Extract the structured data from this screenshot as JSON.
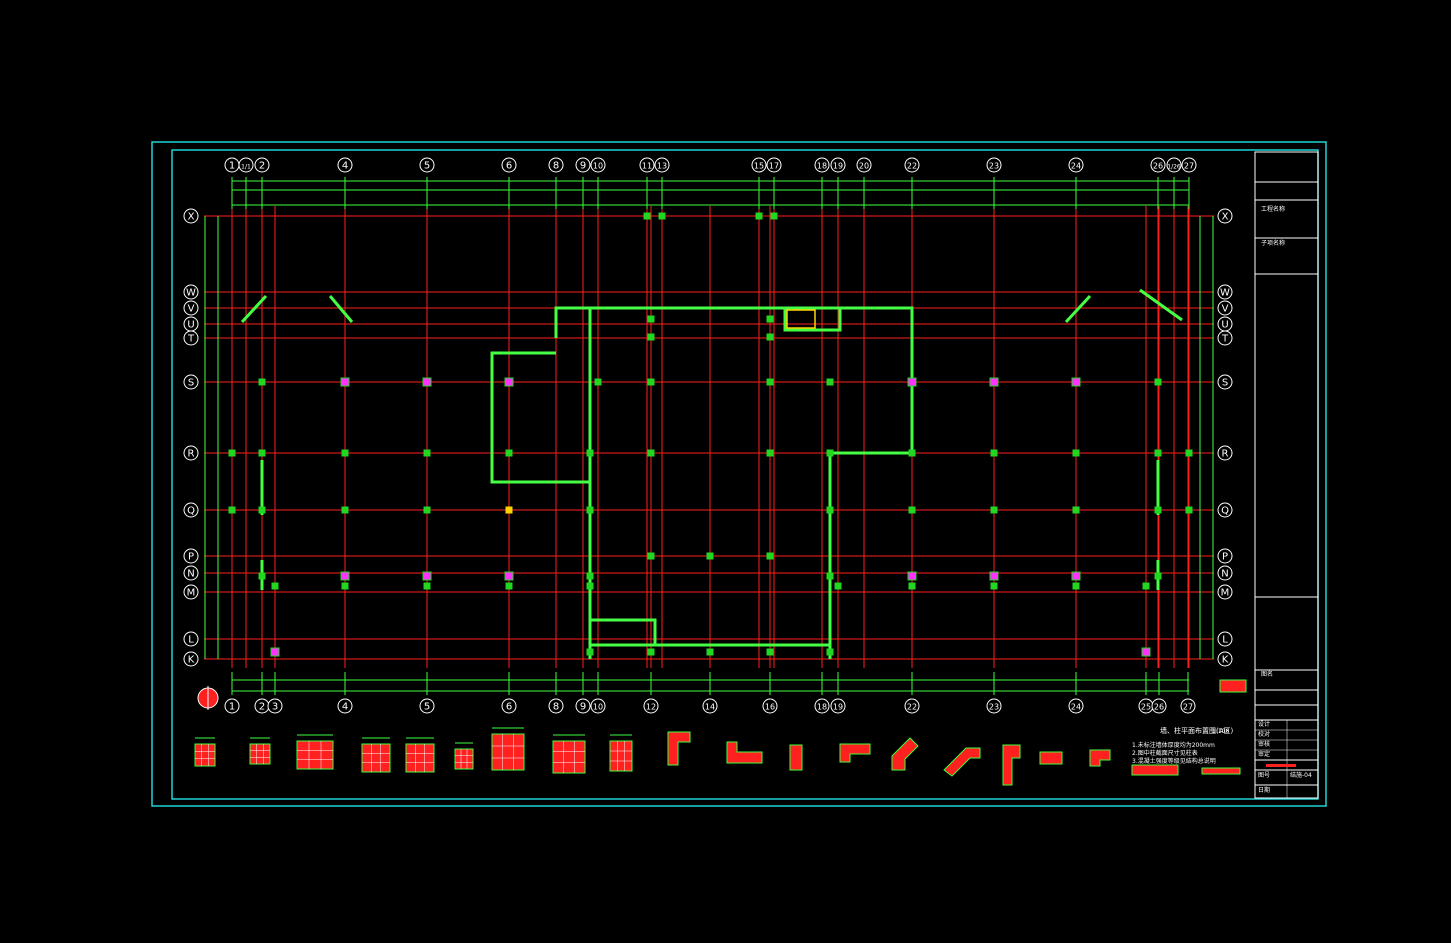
{
  "drawing": {
    "title": "墙、柱平面布置图(A区)",
    "scale": "1:100",
    "background": "#000000",
    "colors": {
      "frame": "#21d3d3",
      "grid": "#ff1e1e",
      "dimension": "#3dff3d",
      "wall": "#44ff44",
      "column": "#22d722",
      "highlight": "#ff33ff",
      "rebar": "#ff2020",
      "text": "#ffffff",
      "accent": "#ffd400"
    },
    "top_axes": [
      "1",
      "1/1",
      "2",
      "4",
      "5",
      "6",
      "8",
      "9",
      "10",
      "11",
      "13",
      "15",
      "17",
      "18",
      "19",
      "20",
      "22",
      "23",
      "24",
      "26",
      "1/26",
      "27"
    ],
    "bottom_axes": [
      "1",
      "2",
      "3",
      "4",
      "5",
      "6",
      "8",
      "9",
      "10",
      "12",
      "14",
      "16",
      "18",
      "19",
      "22",
      "23",
      "24",
      "25",
      "26",
      "27"
    ],
    "row_axes": [
      "X",
      "W",
      "V",
      "U",
      "T",
      "S",
      "R",
      "Q",
      "P",
      "N",
      "M",
      "L",
      "K"
    ],
    "notes": [
      "1.未标注墙体厚度均为200mm",
      "2.图中柱截面尺寸见柱表",
      "3.混凝土强度等级见结构总说明"
    ],
    "title_block": {
      "rows": [
        "工程名称",
        "子项名称",
        "图名",
        "设计",
        "校对",
        "审核",
        "审定",
        "图号",
        "日期"
      ],
      "sheet_no": "结施-04"
    }
  }
}
